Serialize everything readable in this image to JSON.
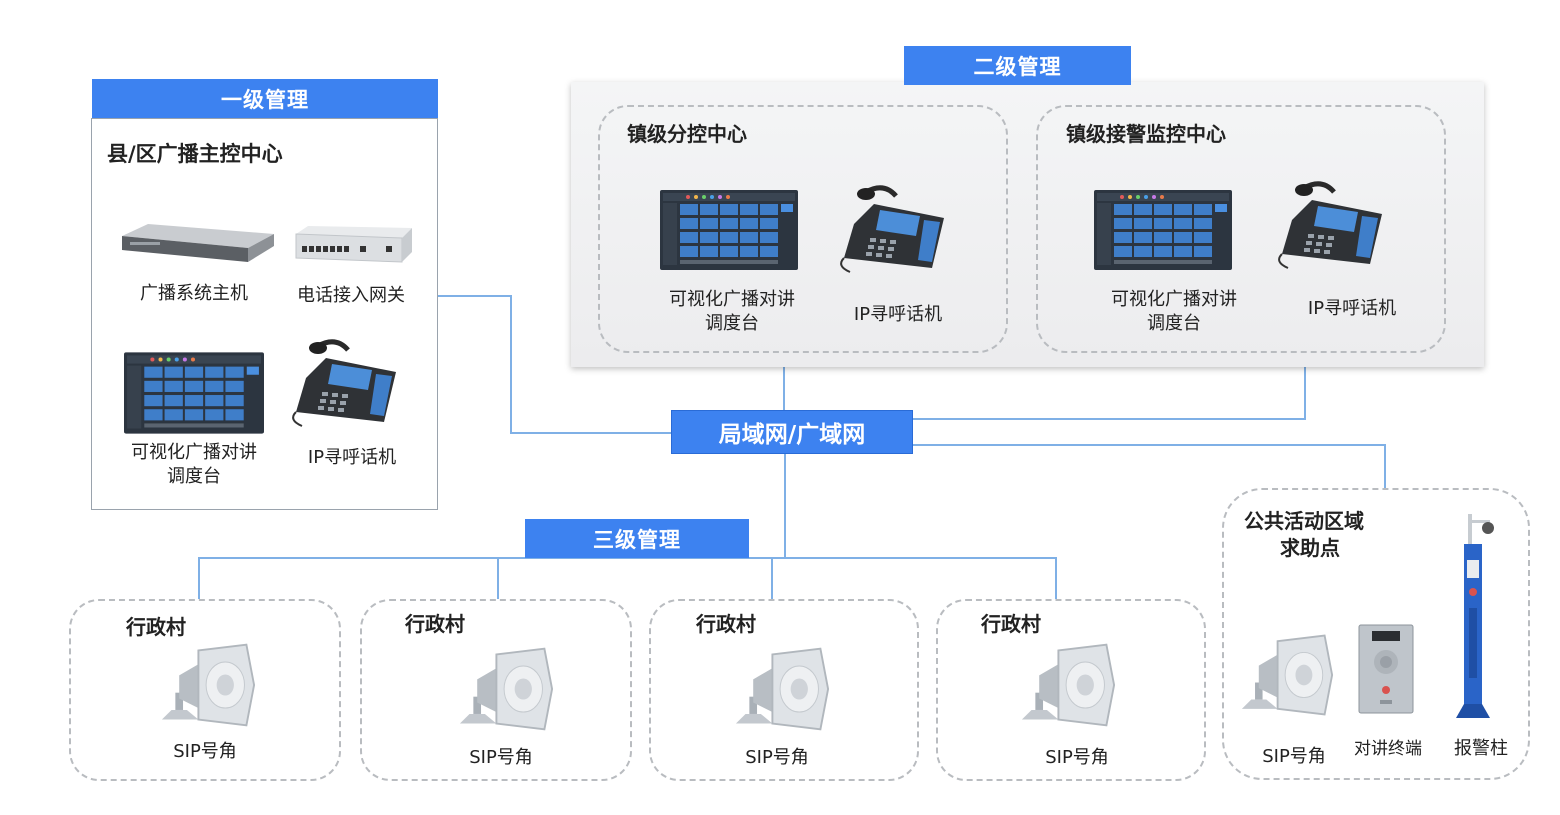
{
  "tier1": {
    "title": "一级管理",
    "heading": "县/区广播主控中心",
    "broadcast_host": "广播系统主机",
    "phone_gateway": "电话接入网关",
    "console_line1": "可视化广播对讲",
    "console_line2": "调度台",
    "ip_phone": "IP寻呼话机"
  },
  "tier2": {
    "title": "二级管理",
    "town_center": {
      "heading": "镇级分控中心",
      "console_line1": "可视化广播对讲",
      "console_line2": "调度台",
      "ip_phone": "IP寻呼话机"
    },
    "police_center": {
      "heading": "镇级接警监控中心",
      "console_line1": "可视化广播对讲",
      "console_line2": "调度台",
      "ip_phone": "IP寻呼话机"
    }
  },
  "network": {
    "label": "局域网/广域网"
  },
  "tier3": {
    "title": "三级管理",
    "villages": [
      {
        "heading": "行政村",
        "device": "SIP号角"
      },
      {
        "heading": "行政村",
        "device": "SIP号角"
      },
      {
        "heading": "行政村",
        "device": "SIP号角"
      },
      {
        "heading": "行政村",
        "device": "SIP号角"
      }
    ]
  },
  "public_area": {
    "heading_line1": "公共活动区域",
    "heading_line2": "求助点",
    "horn": "SIP号角",
    "intercom": "对讲终端",
    "alarm_post": "报警柱"
  },
  "colors": {
    "accent": "#3d82f0",
    "connector": "#7fb0e6",
    "dash": "#b9bcc0"
  },
  "icons": [
    "server-icon",
    "gateway-icon",
    "console-screen-icon",
    "desk-phone-icon",
    "horn-speaker-icon",
    "intercom-terminal-icon",
    "alarm-column-icon"
  ]
}
